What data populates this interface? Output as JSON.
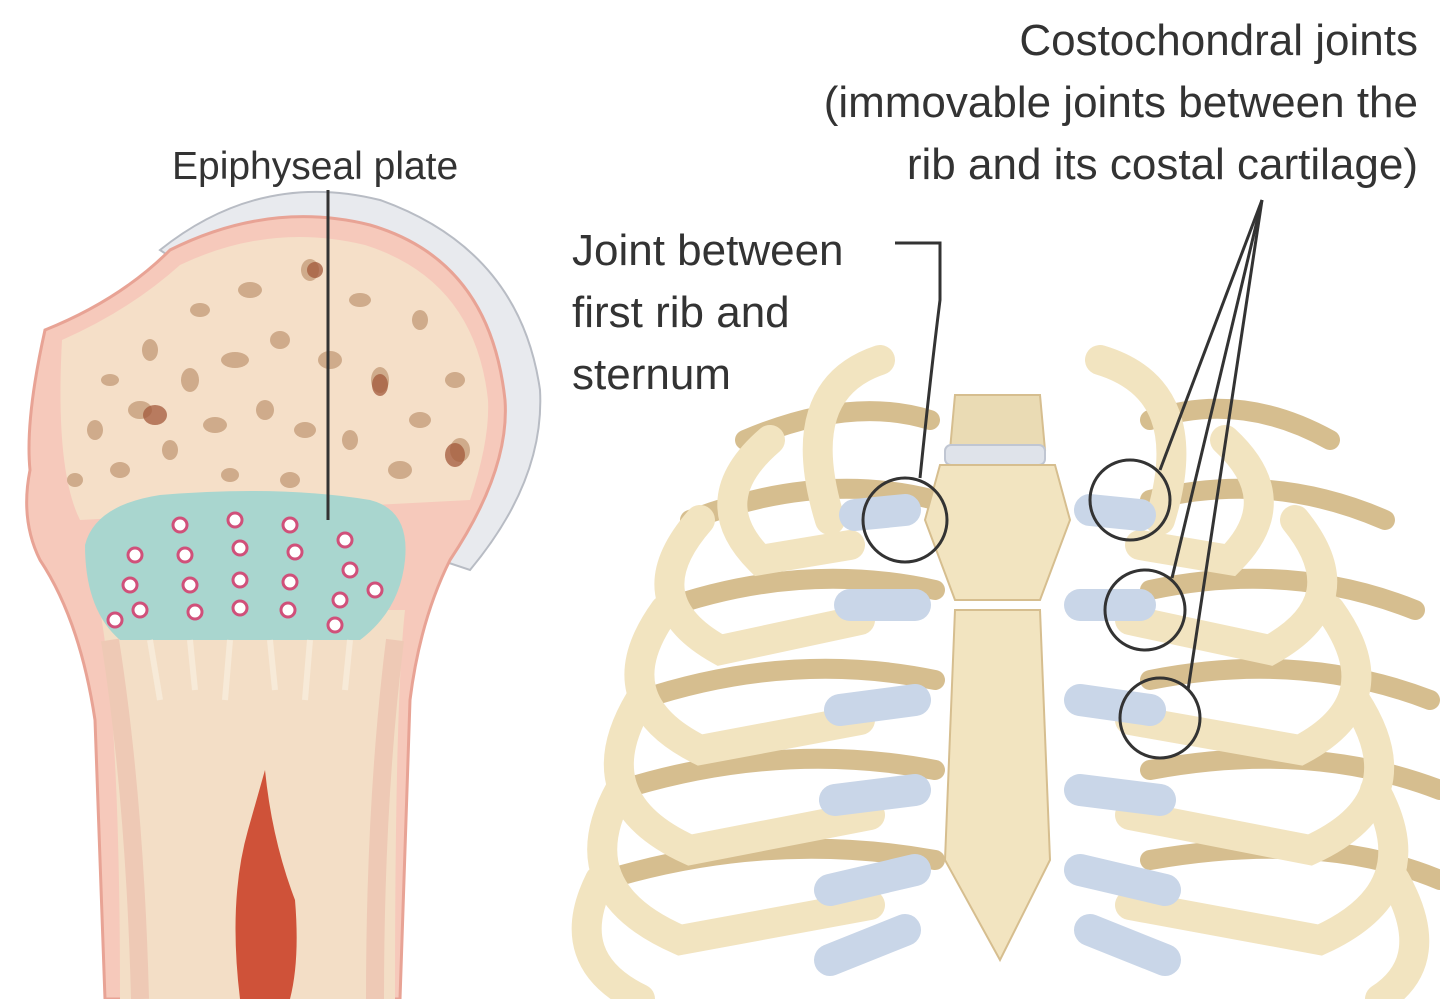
{
  "labels": {
    "epiphyseal_plate": "Epiphyseal plate",
    "costochondral": {
      "line1": "Costochondral joints",
      "line2": "(immovable joints between the",
      "line3": "rib and its costal cartilage)"
    },
    "first_rib_joint": {
      "line1": "Joint between",
      "line2": "first rib and",
      "line3": "sternum"
    }
  },
  "colors": {
    "bone": "#f2e4c0",
    "bone_shadow": "#d9c596",
    "spongy_bone": "#f3dcc2",
    "cartilage": "#a9d6cf",
    "costal_cartilage": "#c9d6e8",
    "marrow": "#c83a20",
    "periosteum": "#f0b7a9",
    "line": "#333333"
  },
  "icons": {
    "bone_section": "bone-cross-section-illustration",
    "rib_cage": "rib-cage-illustration"
  }
}
